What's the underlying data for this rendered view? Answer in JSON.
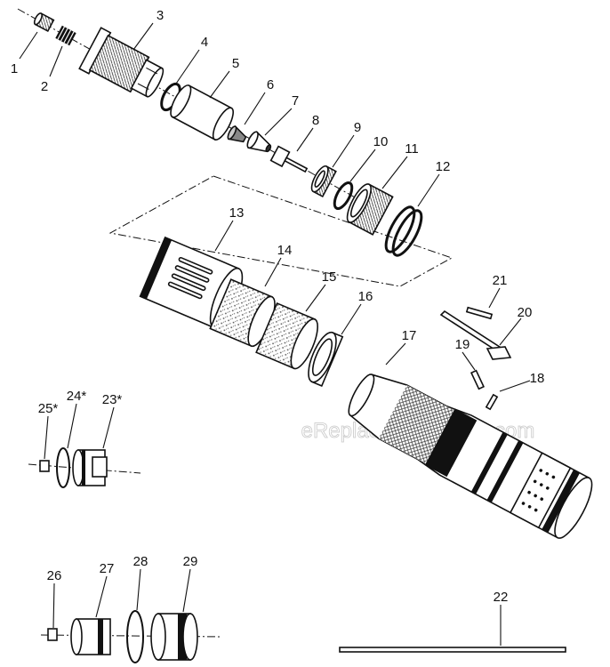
{
  "watermark": "eReplacementParts.com",
  "callouts": [
    "1",
    "2",
    "3",
    "4",
    "5",
    "6",
    "7",
    "8",
    "9",
    "10",
    "11",
    "12",
    "13",
    "14",
    "15",
    "16",
    "17",
    "18",
    "19",
    "20",
    "21",
    "22",
    "23*",
    "24*",
    "25*",
    "26",
    "27",
    "28",
    "29"
  ]
}
